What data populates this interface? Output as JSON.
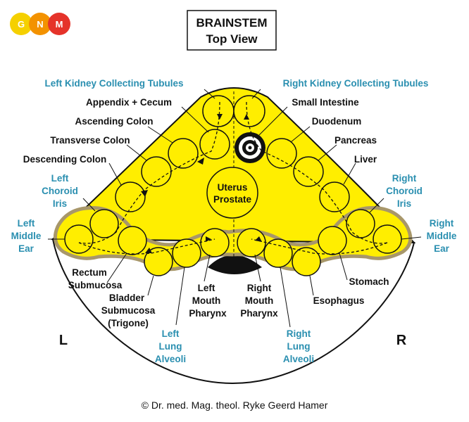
{
  "logo": {
    "letters": [
      "G",
      "N",
      "M"
    ],
    "colors": [
      "#f5d000",
      "#f39200",
      "#e5332a"
    ]
  },
  "title": {
    "line1": "BRAINSTEM",
    "line2": "Top View"
  },
  "center": {
    "line1": "Uterus",
    "line2": "Prostate"
  },
  "labels": {
    "left_kidney": "Left Kidney Collecting Tubules",
    "right_kidney": "Right Kidney Collecting Tubules",
    "appendix": "Appendix + Cecum",
    "ascending_colon": "Ascending Colon",
    "transverse_colon": "Transverse Colon",
    "descending_colon": "Descending Colon",
    "left_choroid": [
      "Left",
      "Choroid",
      "Iris"
    ],
    "left_middle_ear": [
      "Left",
      "Middle",
      "Ear"
    ],
    "small_intestine": "Small Intestine",
    "duodenum": "Duodenum",
    "pancreas": "Pancreas",
    "liver": "Liver",
    "right_choroid": [
      "Right",
      "Choroid",
      "Iris"
    ],
    "right_middle_ear": [
      "Right",
      "Middle",
      "Ear"
    ],
    "rectum": [
      "Rectum",
      "Submucosa"
    ],
    "bladder": [
      "Bladder",
      "Submucosa",
      "(Trigone)"
    ],
    "left_mouth": [
      "Left",
      "Mouth",
      "Pharynx"
    ],
    "right_mouth": [
      "Right",
      "Mouth",
      "Pharynx"
    ],
    "left_lung": [
      "Left",
      "Lung",
      "Alveoli"
    ],
    "right_lung": [
      "Right",
      "Lung",
      "Alveoli"
    ],
    "stomach": "Stomach",
    "esophagus": "Esophagus",
    "side_left": "L",
    "side_right": "R"
  },
  "copyright": "© Dr. med. Mag. theol. Ryke Geerd Hamer",
  "colors": {
    "yellow": "#ffee00",
    "outline": "#111111",
    "tan": "#a8976a",
    "label_blue": "#2a8fb0"
  }
}
